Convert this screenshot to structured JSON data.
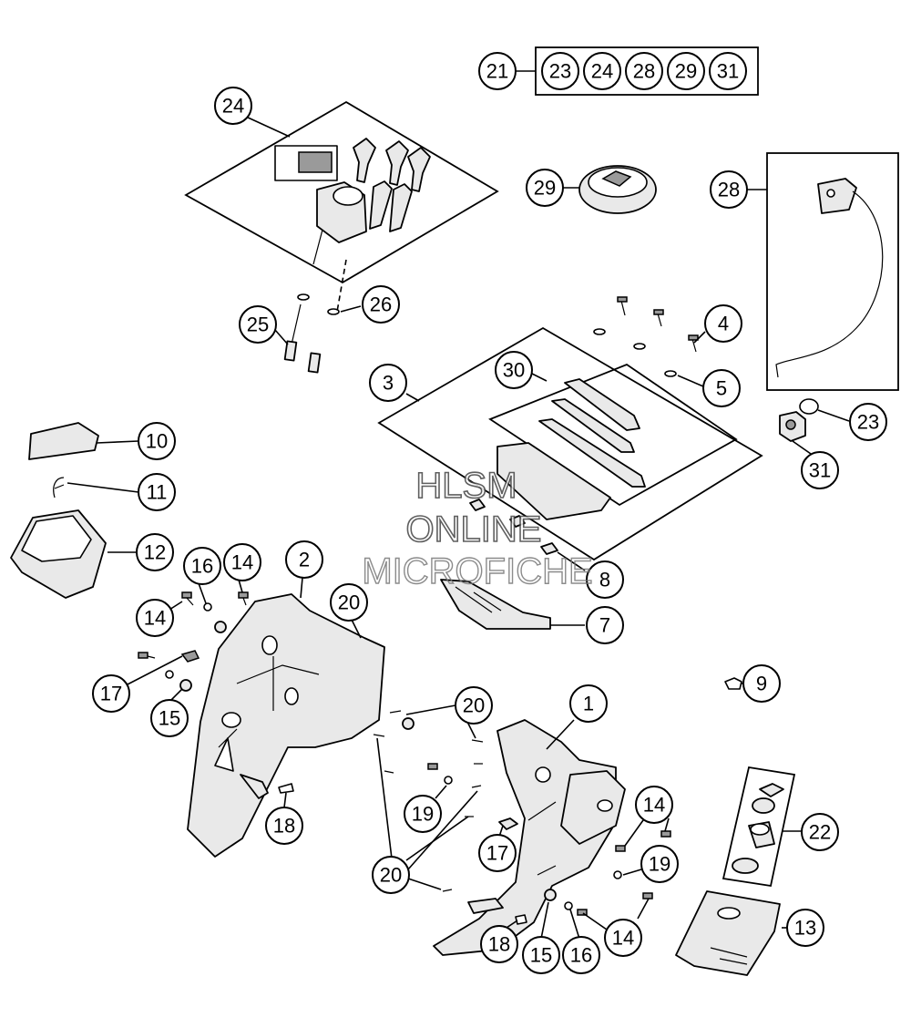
{
  "kit_group": {
    "main": "21",
    "members": [
      "23",
      "24",
      "28",
      "29",
      "31"
    ]
  },
  "callouts": {
    "c1": "1",
    "c2": "2",
    "c3": "3",
    "c4": "4",
    "c5": "5",
    "c7": "7",
    "c8": "8",
    "c9": "9",
    "c10": "10",
    "c11": "11",
    "c12": "12",
    "c13": "13",
    "c14a": "14",
    "c14b": "14",
    "c14c": "14",
    "c14d": "14",
    "c15a": "15",
    "c15b": "15",
    "c16a": "16",
    "c16b": "16",
    "c17a": "17",
    "c17b": "17",
    "c18a": "18",
    "c18b": "18",
    "c19a": "19",
    "c19b": "19",
    "c20a": "20",
    "c20b": "20",
    "c20c": "20",
    "c22": "22",
    "c23": "23",
    "c24": "24",
    "c25": "25",
    "c26": "26",
    "c28": "28",
    "c29": "29",
    "c30": "30",
    "c31": "31"
  },
  "watermark": {
    "line1": "HLSM",
    "line2": "ONLINE",
    "line3": "MICROFICHE"
  }
}
